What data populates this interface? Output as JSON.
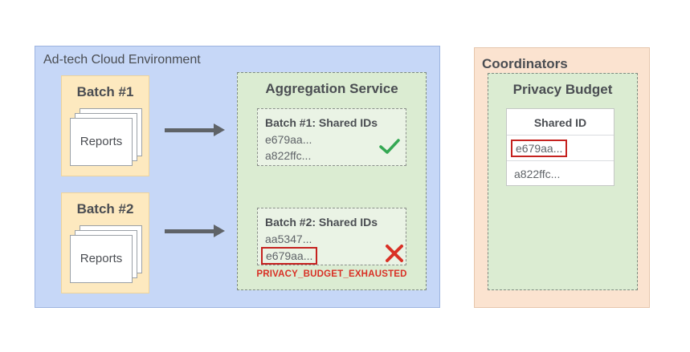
{
  "adtech": {
    "title": "Ad-tech Cloud Environment",
    "batches": [
      {
        "title": "Batch #1",
        "reports_label": "Reports"
      },
      {
        "title": "Batch #2",
        "reports_label": "Reports"
      }
    ]
  },
  "aggregation": {
    "title": "Aggregation Service",
    "batch1": {
      "title": "Batch #1: Shared IDs",
      "ids": [
        "e679aa...",
        "a822ffc..."
      ],
      "status_icon": "check-icon",
      "status_color": "#34a853"
    },
    "batch2": {
      "title": "Batch #2: Shared IDs",
      "ids": [
        "aa5347...",
        "e679aa..."
      ],
      "status_icon": "cross-icon",
      "status_color": "#d93025"
    },
    "error": "PRIVACY_BUDGET_EXHAUSTED"
  },
  "coordinators": {
    "title": "Coordinators",
    "privacy_budget": {
      "title": "Privacy Budget",
      "table_header": "Shared ID",
      "rows": [
        "e679aa...",
        "a822ffc..."
      ]
    }
  },
  "colors": {
    "adtech_bg": "#c6d7f7",
    "batch_bg": "#fde9bf",
    "service_bg": "#dbecd2",
    "coordinators_bg": "#fbe3d0",
    "highlight": "#c5221f",
    "success": "#34a853",
    "error": "#d93025"
  }
}
